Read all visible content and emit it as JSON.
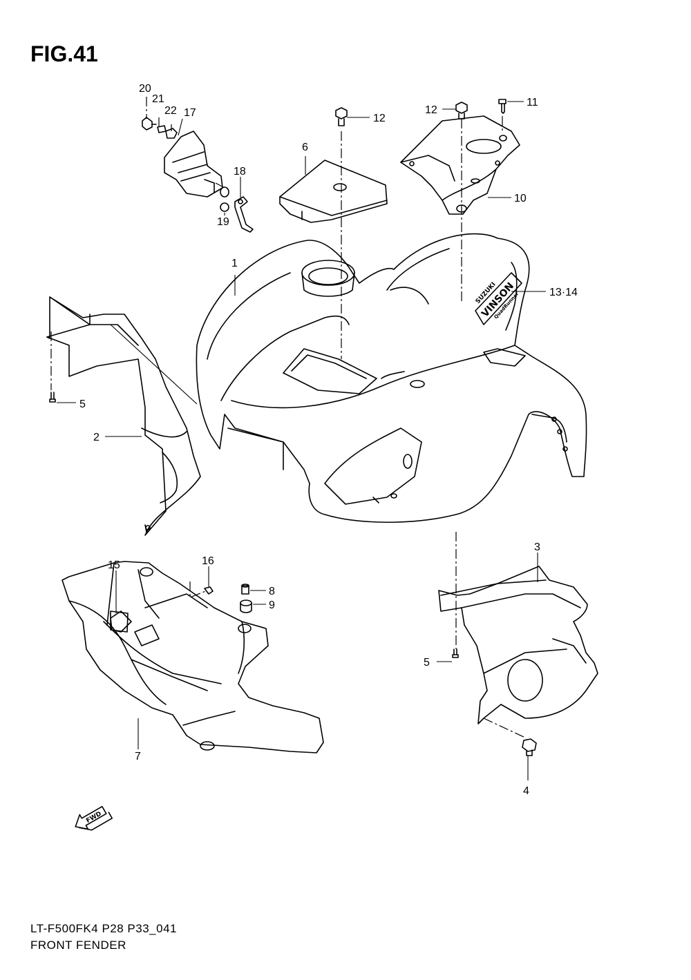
{
  "figure": {
    "title": "FIG.41",
    "code": "LT-F500FK4 P28 P33_041",
    "name": "FRONT FENDER"
  },
  "labels": {
    "p1": "1",
    "p2": "2",
    "p3": "3",
    "p4": "4",
    "p5a": "5",
    "p5b": "5",
    "p6": "6",
    "p7": "7",
    "p8": "8",
    "p9": "9",
    "p10": "10",
    "p11": "11",
    "p12a": "12",
    "p12b": "12",
    "p13_14": "13·14",
    "p15": "15",
    "p16": "16",
    "p17": "17",
    "p18": "18",
    "p19": "19",
    "p20": "20",
    "p21": "21",
    "p22": "22"
  },
  "decal": {
    "brand": "SUZUKI",
    "model": "VINSON",
    "sub": "QuadRunner"
  },
  "direction_marker": "FWD"
}
